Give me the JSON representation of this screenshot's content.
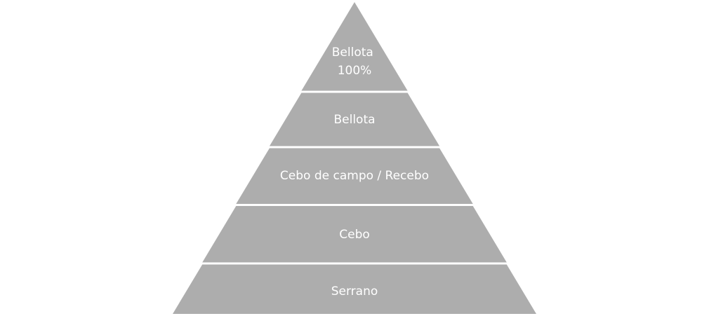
{
  "diagram": {
    "type": "pyramid",
    "fill_color": "#adadad",
    "text_color": "#ffffff",
    "background": "#ffffff",
    "tiers": [
      {
        "lines": [
          "Bellota",
          "100%"
        ]
      },
      {
        "lines": [
          "Bellota"
        ]
      },
      {
        "lines": [
          "Cebo de campo / Recebo"
        ]
      },
      {
        "lines": [
          "Cebo"
        ]
      },
      {
        "lines": [
          "Serrano"
        ]
      }
    ]
  }
}
